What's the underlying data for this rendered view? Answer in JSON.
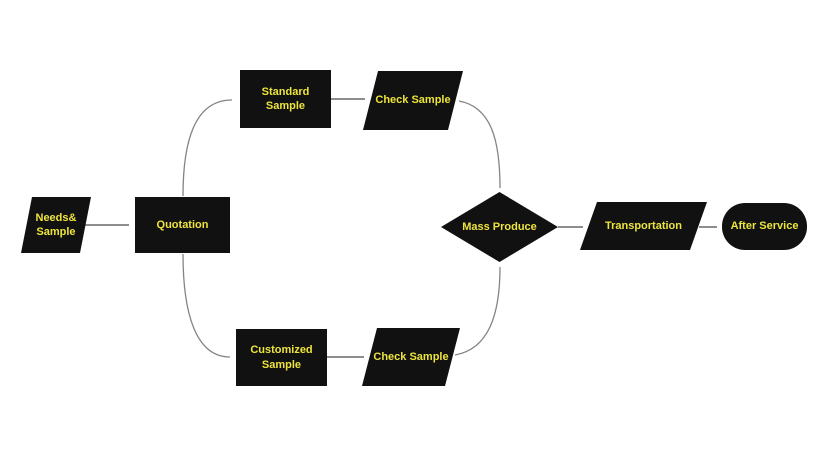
{
  "diagram": {
    "type": "flowchart",
    "colors": {
      "shape_fill": "#111111",
      "label_color": "#ede43c",
      "connector": "#848484",
      "connector_straight": "#4a4a4a",
      "arrowhead": "#141414",
      "background": "#ffffff"
    },
    "nodes": [
      {
        "id": "needs-sample",
        "label": "Needs& Sample",
        "shape": "parallelogram"
      },
      {
        "id": "quotation",
        "label": "Quotation",
        "shape": "rectangle"
      },
      {
        "id": "standard-sample",
        "label": "Standard Sample",
        "shape": "rectangle"
      },
      {
        "id": "check-sample-top",
        "label": "Check Sample",
        "shape": "parallelogram"
      },
      {
        "id": "customized-sample",
        "label": "Customized Sample",
        "shape": "rectangle"
      },
      {
        "id": "check-sample-bottom",
        "label": "Check Sample",
        "shape": "parallelogram"
      },
      {
        "id": "mass-produce",
        "label": "Mass Produce",
        "shape": "diamond"
      },
      {
        "id": "transportation",
        "label": "Transportation",
        "shape": "parallelogram"
      },
      {
        "id": "after-service",
        "label": "After Service",
        "shape": "terminator"
      }
    ],
    "edges": [
      {
        "from": "needs-sample",
        "to": "quotation"
      },
      {
        "from": "quotation",
        "to": "standard-sample"
      },
      {
        "from": "standard-sample",
        "to": "check-sample-top"
      },
      {
        "from": "check-sample-top",
        "to": "mass-produce"
      },
      {
        "from": "quotation",
        "to": "customized-sample"
      },
      {
        "from": "customized-sample",
        "to": "check-sample-bottom"
      },
      {
        "from": "check-sample-bottom",
        "to": "mass-produce"
      },
      {
        "from": "mass-produce",
        "to": "transportation"
      },
      {
        "from": "transportation",
        "to": "after-service"
      }
    ]
  }
}
